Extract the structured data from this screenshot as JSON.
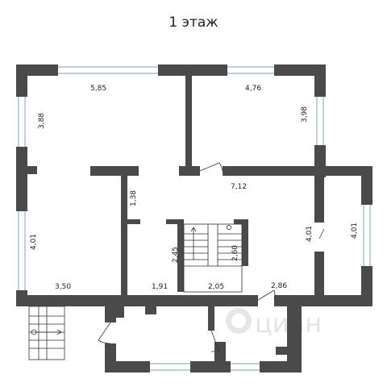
{
  "title": "1 этаж",
  "colors": {
    "wall": "#4a4a4a",
    "window": "#8fb8c4",
    "stroke": "#333333"
  },
  "dimensions": {
    "d585": "5,85",
    "d476": "4,76",
    "d388": "3,88",
    "d398": "3,98",
    "d712": "7,12",
    "d138": "1,38",
    "d401_left": "4,01",
    "d401_mid": "4,01",
    "d401_right": "4,01",
    "d245": "2,45",
    "d260": "2,60",
    "d205": "2,05",
    "d350": "3,50",
    "d191": "1,91",
    "d286": "2,86"
  },
  "watermark": {
    "text": "циан",
    "icon": "cian-logo-icon"
  }
}
